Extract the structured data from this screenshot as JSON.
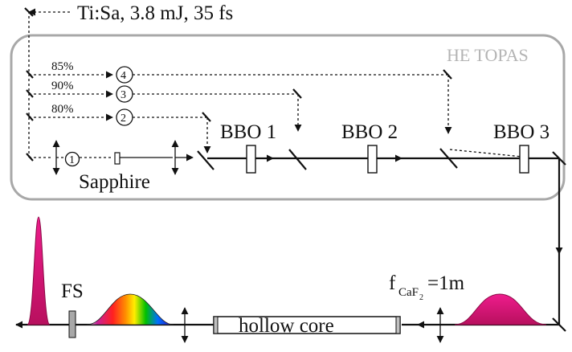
{
  "source": {
    "label": "Ti:Sa, 3.8 mJ, 35 fs"
  },
  "topas": {
    "title": "HE TOPAS",
    "splits": [
      {
        "percent": "85%",
        "stage": "4"
      },
      {
        "percent": "90%",
        "stage": "3"
      },
      {
        "percent": "80%",
        "stage": "2"
      }
    ],
    "stage1": "1",
    "sapphire": "Sapphire",
    "crystals": [
      "BBO 1",
      "BBO 2",
      "BBO 3"
    ]
  },
  "compressor": {
    "lens_label_main": "f",
    "lens_label_sub": "CaF",
    "lens_label_subsub": "2",
    "lens_label_value": "=1m",
    "fiber": "hollow core",
    "window": "FS"
  },
  "colors": {
    "pulse_magenta": "#d6136f",
    "box_border": "#a8a8a8",
    "spectrum": [
      "#c8209a",
      "#ff2020",
      "#ff9000",
      "#ffff00",
      "#00c000",
      "#0070ff",
      "#3000c0"
    ]
  }
}
